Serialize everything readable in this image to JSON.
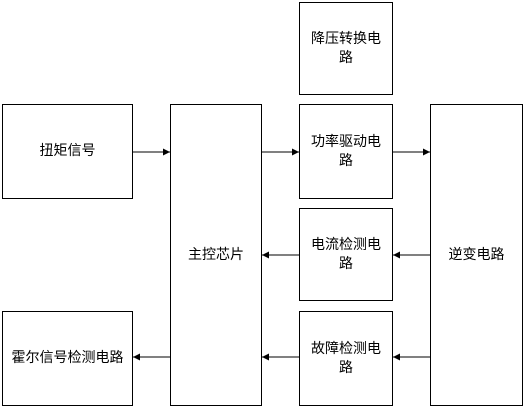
{
  "diagram": {
    "nodes": {
      "torque_signal": "扭矩信号",
      "hall_detection": "霍尔信号检测电路",
      "main_chip": "主控芯片",
      "buck_converter": "降压转换电路",
      "power_driver": "功率驱动电路",
      "current_detection": "电流检测电路",
      "fault_detection": "故障检测电路",
      "inverter": "逆变电路"
    },
    "line_color": "#000000"
  }
}
